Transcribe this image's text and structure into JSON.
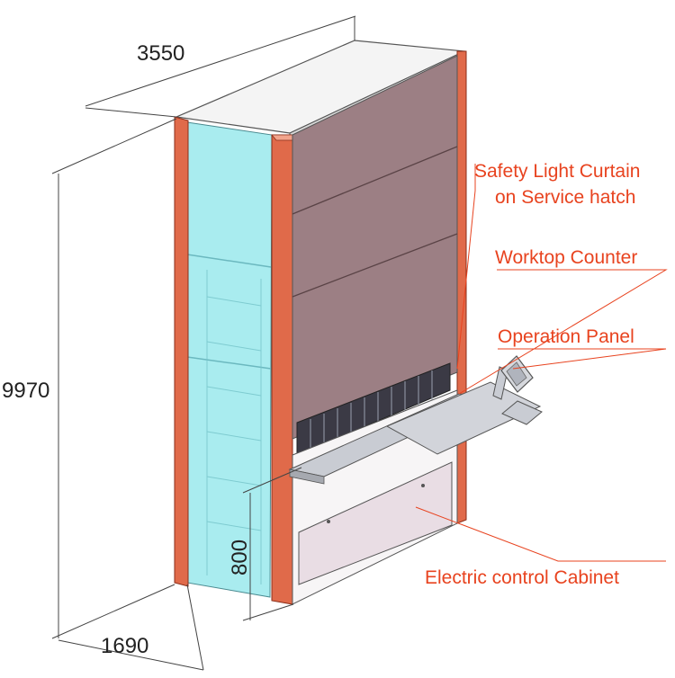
{
  "dimensions": {
    "width": "3550",
    "height": "9970",
    "depth": "1690",
    "counter_height": "800"
  },
  "callouts": {
    "light_curtain_line1": "Safety Light Curtain",
    "light_curtain_line2": "on Service hatch",
    "worktop": "Worktop Counter",
    "operation_panel": "Operation Panel",
    "cabinet": "Electric control Cabinet"
  },
  "colors": {
    "callout_text": "#e8431f",
    "side_glass": "#a9ecef",
    "frame_post": "#e06a4a",
    "front_panel": "#9c7f84",
    "cabinet_panel": "#e9dde4",
    "counter": "#c9ccd3"
  }
}
